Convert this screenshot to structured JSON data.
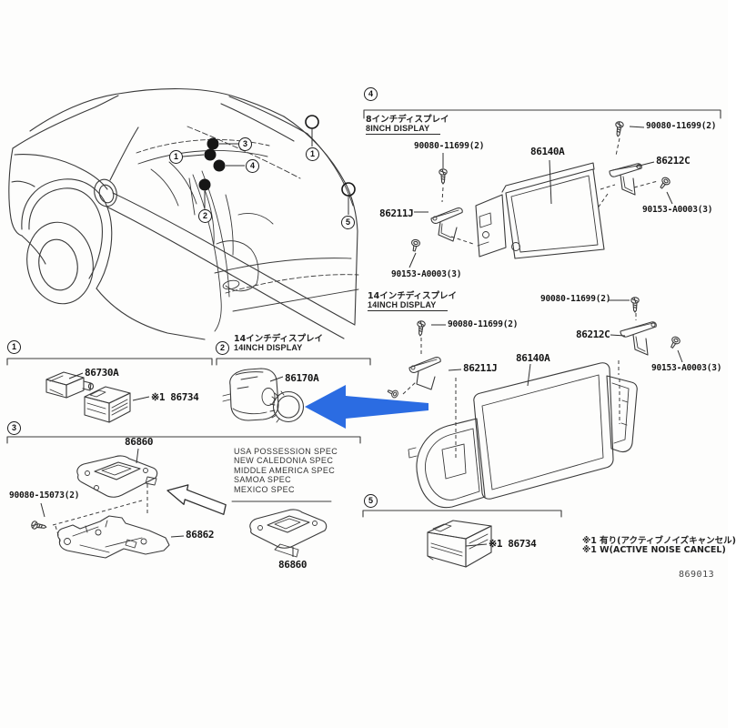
{
  "doc": {
    "id": "869013",
    "arrow_color": "#2b6ce2",
    "line_color": "#3a3a3a"
  },
  "car_view": {
    "callouts": [
      {
        "n": "1"
      },
      {
        "n": "3"
      },
      {
        "n": "4"
      },
      {
        "n": "2"
      },
      {
        "n": "1"
      },
      {
        "n": "5"
      }
    ]
  },
  "sections": {
    "s1": {
      "num": "1",
      "part_86730A": "86730A",
      "part_86734": "※1 86734"
    },
    "s2": {
      "num": "2",
      "title_jp": "14インチディスプレイ",
      "title_en": "14INCH DISPLAY",
      "part_86170A": "86170A"
    },
    "s3": {
      "num": "3",
      "part_86860_top": "86860",
      "part_screw": "90080-15073(2)",
      "part_86862": "86862",
      "part_86860_right": "86860",
      "specs": [
        "USA POSSESSION SPEC",
        "NEW CALEDONIA SPEC",
        "MIDDLE AMERICA SPEC",
        "SAMOA SPEC",
        "MEXICO SPEC"
      ]
    },
    "s4": {
      "num": "4",
      "d8": {
        "title_jp": "8インチディスプレイ",
        "title_en": "8INCH DISPLAY",
        "screw_top_left": "90080-11699(2)",
        "screw_top_right": "90080-11699(2)",
        "display": "86140A",
        "bracket_right": "86212C",
        "bracket_left": "86211J",
        "screw_bottom_left": "90153-A0003(3)",
        "screw_bottom_right": "90153-A0003(3)"
      },
      "d14": {
        "title_jp": "14インチディスプレイ",
        "title_en": "14INCH DISPLAY",
        "screw_top_left": "90080-11699(2)",
        "screw_top_right": "90080-11699(2)",
        "display": "86140A",
        "bracket_right": "86212C",
        "bracket_left": "86211J",
        "screw_bottom_right": "90153-A0003(3)"
      }
    },
    "s5": {
      "num": "5",
      "part_86734": "※1 86734"
    }
  },
  "footnotes": {
    "jp": "※1 有り(アクティブノイズキャンセル)",
    "en": "※1 W(ACTIVE NOISE CANCEL)"
  }
}
